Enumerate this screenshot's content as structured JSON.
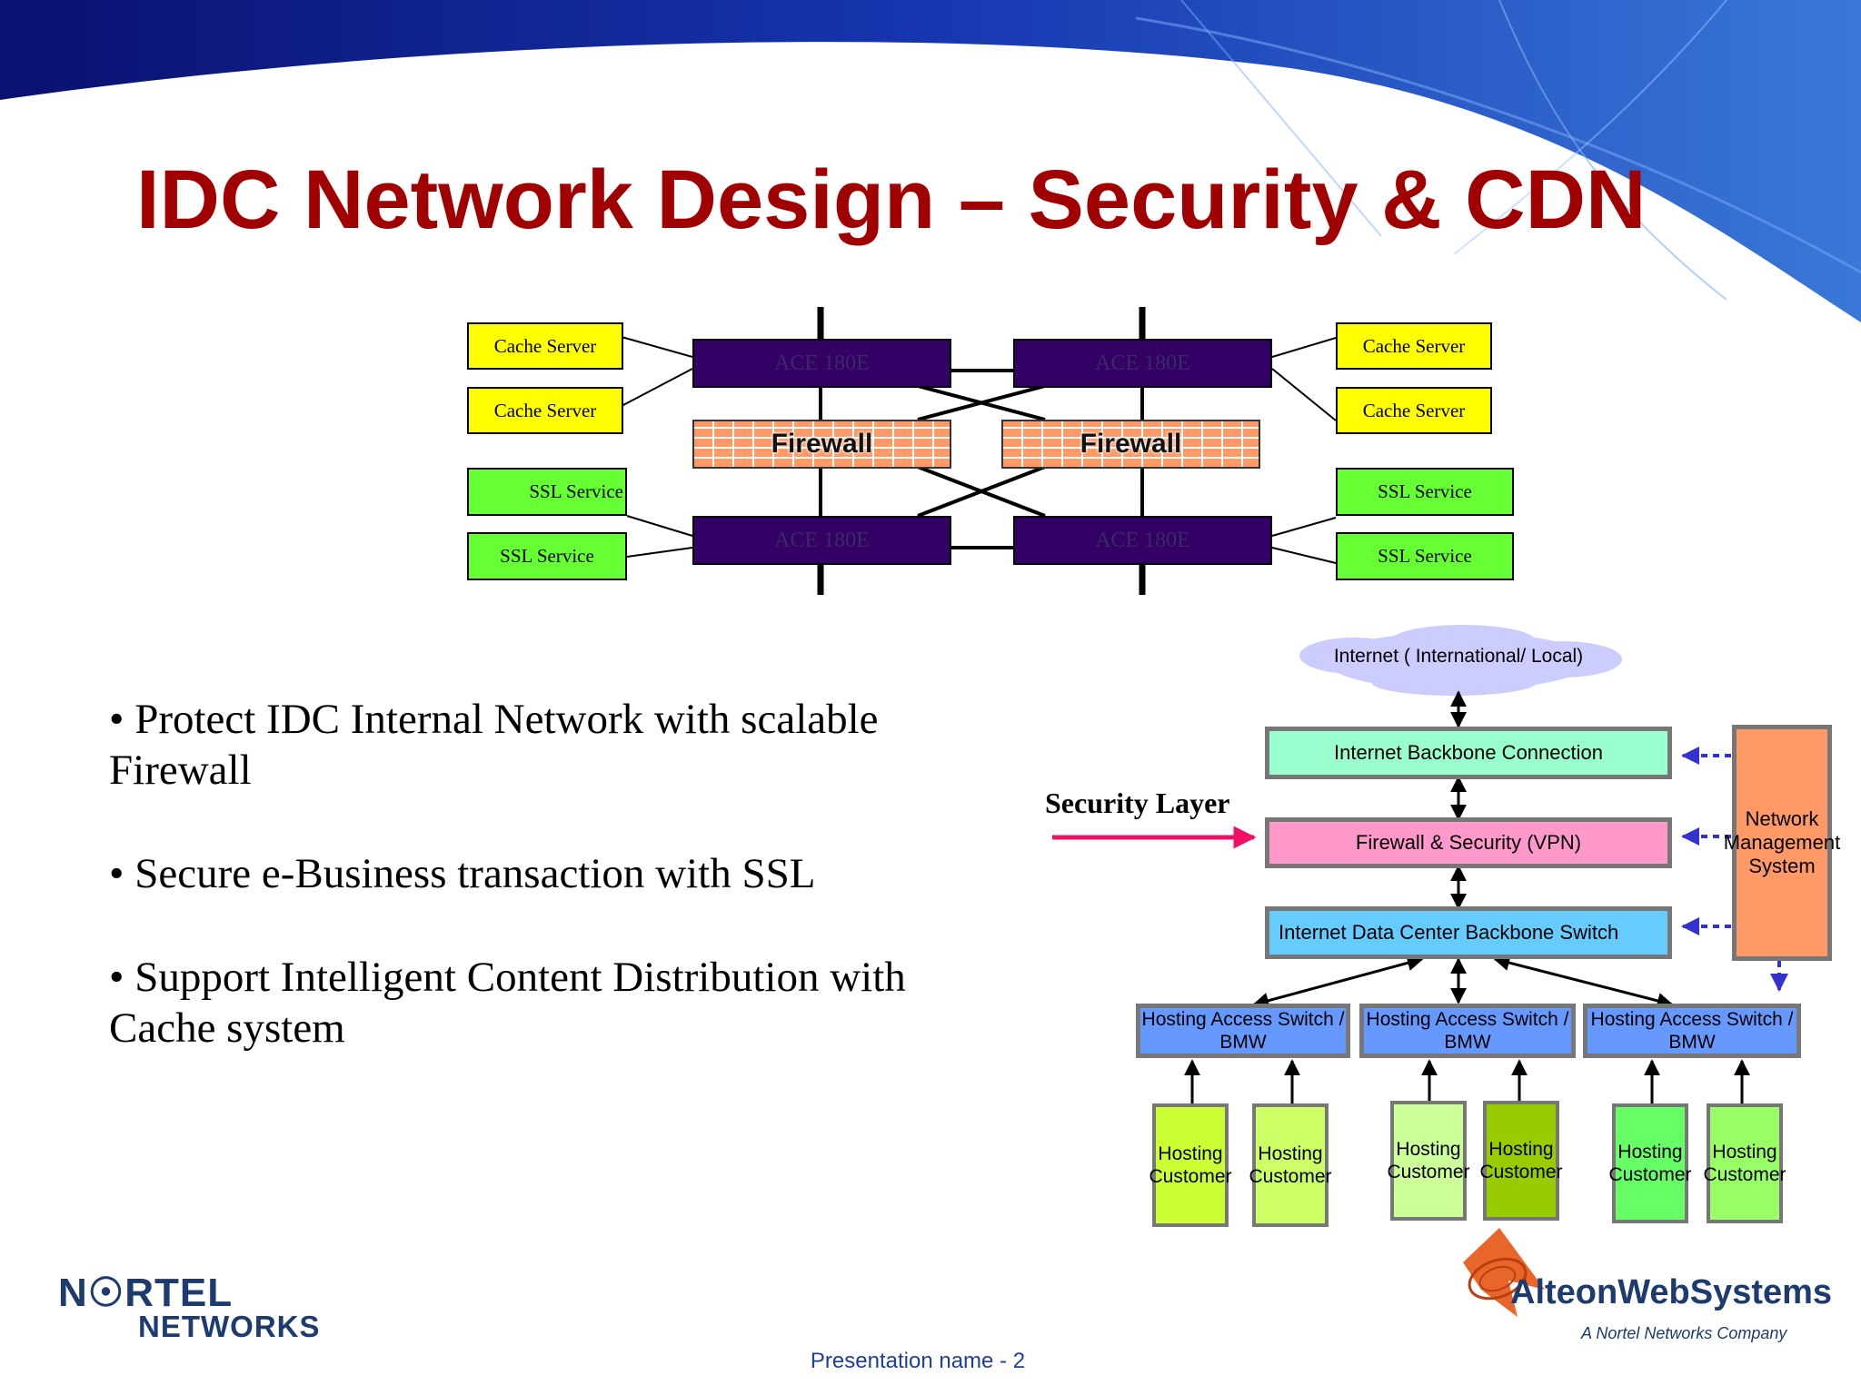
{
  "slide": {
    "title": "IDC Network Design – Security & CDN",
    "footer": "Presentation name - 2"
  },
  "top_diagram": {
    "left_nodes": [
      "Cache Server",
      "Cache Server",
      "SSL Service",
      "SSL Service"
    ],
    "right_nodes": [
      "Cache Server",
      "Cache Server",
      "SSL Service",
      "SSL Service"
    ],
    "ace_label": "ACE 180E",
    "firewall_label": "Firewall"
  },
  "bullets": [
    "• Protect IDC Internal Network with scalable Firewall",
    "• Secure e-Business transaction with SSL",
    "• Support Intelligent Content Distribution with Cache system"
  ],
  "right_diagram": {
    "security_layer_label": "Security Layer",
    "internet_label": "Internet ( International/ Local)",
    "backbone_connection": "Internet Backbone Connection",
    "firewall_security": "Firewall & Security (VPN)",
    "dc_backbone_switch": "Internet Data Center Backbone Switch",
    "network_management": "Network Management System",
    "access_switches": [
      "Hosting Access Switch / BMW",
      "Hosting Access Switch / BMW",
      "Hosting Access Switch / BMW"
    ],
    "customers": [
      "Hosting Customer",
      "Hosting Customer",
      "Hosting Customer",
      "Hosting Customer",
      "Hosting Customer",
      "Hosting Customer"
    ],
    "colors": {
      "backbone": "#99ffcc",
      "firewall": "#ff99cc",
      "dc_switch": "#66ccff",
      "access_switch": "#6699ff",
      "nms": "#ff9966",
      "customers": [
        "#ccff33",
        "#ccff66",
        "#ccff99",
        "#99cc00",
        "#66ff66",
        "#99ff66"
      ]
    }
  },
  "logos": {
    "nortel_line1": "N☉RTEL",
    "nortel_line2": "NETWORKS",
    "alteon_line1": "AlteonWebSystems",
    "alteon_line2": "A Nortel Networks Company"
  }
}
